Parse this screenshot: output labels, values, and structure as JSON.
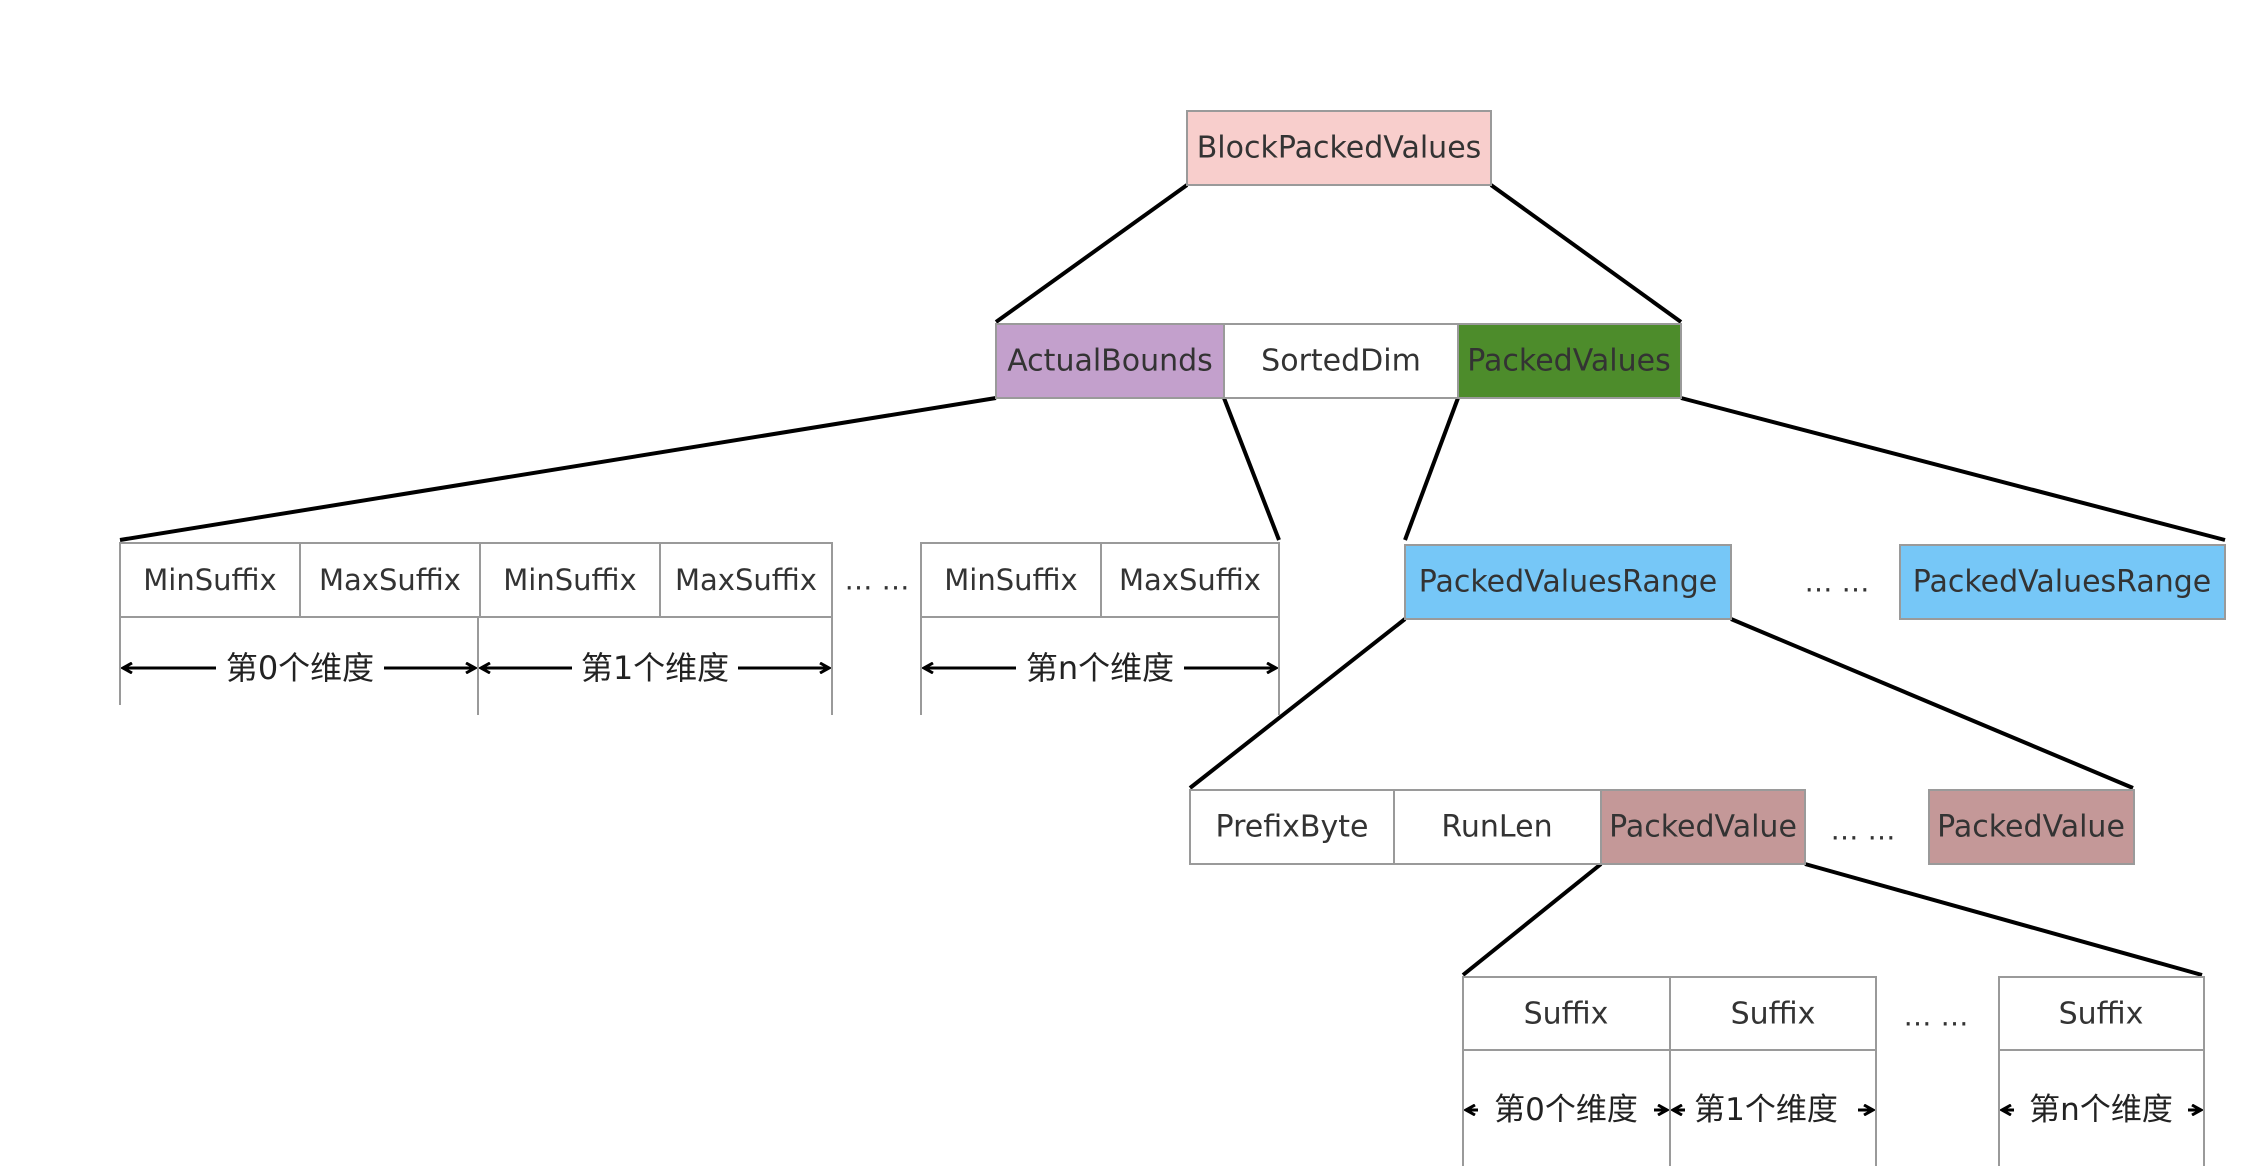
{
  "colors": {
    "block_header_fill": "#f8cecc",
    "actual_bounds_fill": "#c3a0cc",
    "packed_values_fill": "#4d8c2b",
    "packed_values_range_fill": "#76c7f7",
    "packed_value_fill": "#c49898",
    "plain_fill": "#ffffff",
    "box_stroke": "#9a9a9a",
    "connector_line": "#000000",
    "text": "#333333"
  },
  "root": {
    "label": "BlockPackedValues"
  },
  "level1": {
    "actual_bounds": "ActualBounds",
    "sorted_dim": "SortedDim",
    "packed_values": "PackedValues"
  },
  "bounds_row": {
    "cells": [
      "MinSuffix",
      "MaxSuffix",
      "MinSuffix",
      "MaxSuffix",
      "MinSuffix",
      "MaxSuffix"
    ],
    "ellipsis": "… …",
    "dims": [
      "第0个维度",
      "第1个维度",
      "第n个维度"
    ]
  },
  "ranges_row": {
    "first": "PackedValuesRange",
    "ellipsis": "… …",
    "last": "PackedValuesRange"
  },
  "range_detail": {
    "prefix_byte": "PrefixByte",
    "run_len": "RunLen",
    "packed_value": "PackedValue",
    "ellipsis": "… …",
    "packed_value_last": "PackedValue"
  },
  "suffix_row": {
    "cells": [
      "Suffix",
      "Suffix",
      "Suffix"
    ],
    "ellipsis": "… …",
    "dims": [
      "第0个维度",
      "第1个维度",
      "第n个维度"
    ]
  }
}
